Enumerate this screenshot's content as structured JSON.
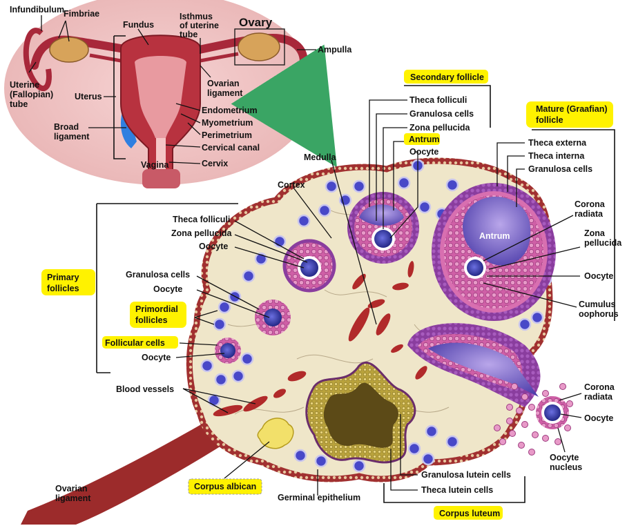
{
  "colors": {
    "ovary_body": "#efe6c9",
    "epithelium": "#9c2b2b",
    "follicle_pink": "#d86fb0",
    "theca_purple": "#8a3d9e",
    "oocyte_blue": "#2a2f9c",
    "highlight": "#fff200",
    "uterus_red": "#a8283a",
    "arrow_green": "#3aa564",
    "ligament_blue": "#2f7fe0"
  },
  "uterus_labels": {
    "infundibulum": "Infundibulum",
    "fimbriae": "Fimbriae",
    "fundus": "Fundus",
    "isthmus": "Isthmus\nof uterine\ntube",
    "ovary": "Ovary",
    "ampulla": "Ampulla",
    "uterine_tube": "Uterine\n(Fallopian)\ntube",
    "uterus": "Uterus",
    "ovarian_ligament": "Ovarian\nligament",
    "broad_ligament": "Broad\nligament",
    "endometrium": "Endometrium",
    "myometrium": "Myometrium",
    "perimetrium": "Perimetrium",
    "cervical_canal": "Cervical canal",
    "vagina": "Vagina",
    "cervix": "Cervix"
  },
  "ovary_labels": {
    "secondary_follicle": "Secondary follicle",
    "theca_folliculi_2": "Theca folliculi",
    "granulosa_cells_2": "Granulosa cells",
    "zona_pellucida_2": "Zona pellucida",
    "antrum_2": "Antrum",
    "oocyte_2": "Oocyte",
    "medulla": "Medulla",
    "cortex": "Cortex",
    "mature_follicle": "Mature (Graafian)\nfollicle",
    "theca_externa": "Theca externa",
    "theca_interna": "Theca interna",
    "granulosa_cells_m": "Granulosa cells",
    "corona_radiata_m": "Corona\nradiata",
    "antrum_m": "Antrum",
    "zona_pellucida_m": "Zona\npellucida",
    "oocyte_m": "Oocyte",
    "cumulus_oophorus": "Cumulus\noophorus",
    "theca_folliculi_p": "Theca folliculi",
    "zona_pellucida_p": "Zona pellucida",
    "oocyte_p": "Oocyte",
    "primary_follicles": "Primary\nfollicles",
    "granulosa_cells_p": "Granulosa cells",
    "oocyte_p2": "Oocyte",
    "primordial_follicles": "Primordial\nfollicles",
    "follicular_cells": "Follicular cells",
    "oocyte_pr": "Oocyte",
    "blood_vessels": "Blood vessels",
    "corona_radiata_o": "Corona\nradiata",
    "oocyte_o": "Oocyte",
    "oocyte_nucleus": "Oocyte\nnucleus",
    "ovarian_ligament_o": "Ovarian\nligament",
    "corpus_albicans": "Corpus albican",
    "germinal_epithelium": "Germinal epithelium",
    "granulosa_lutein": "Granulosa lutein cells",
    "theca_lutein": "Theca lutein cells",
    "corpus_luteum": "Corpus luteum"
  }
}
